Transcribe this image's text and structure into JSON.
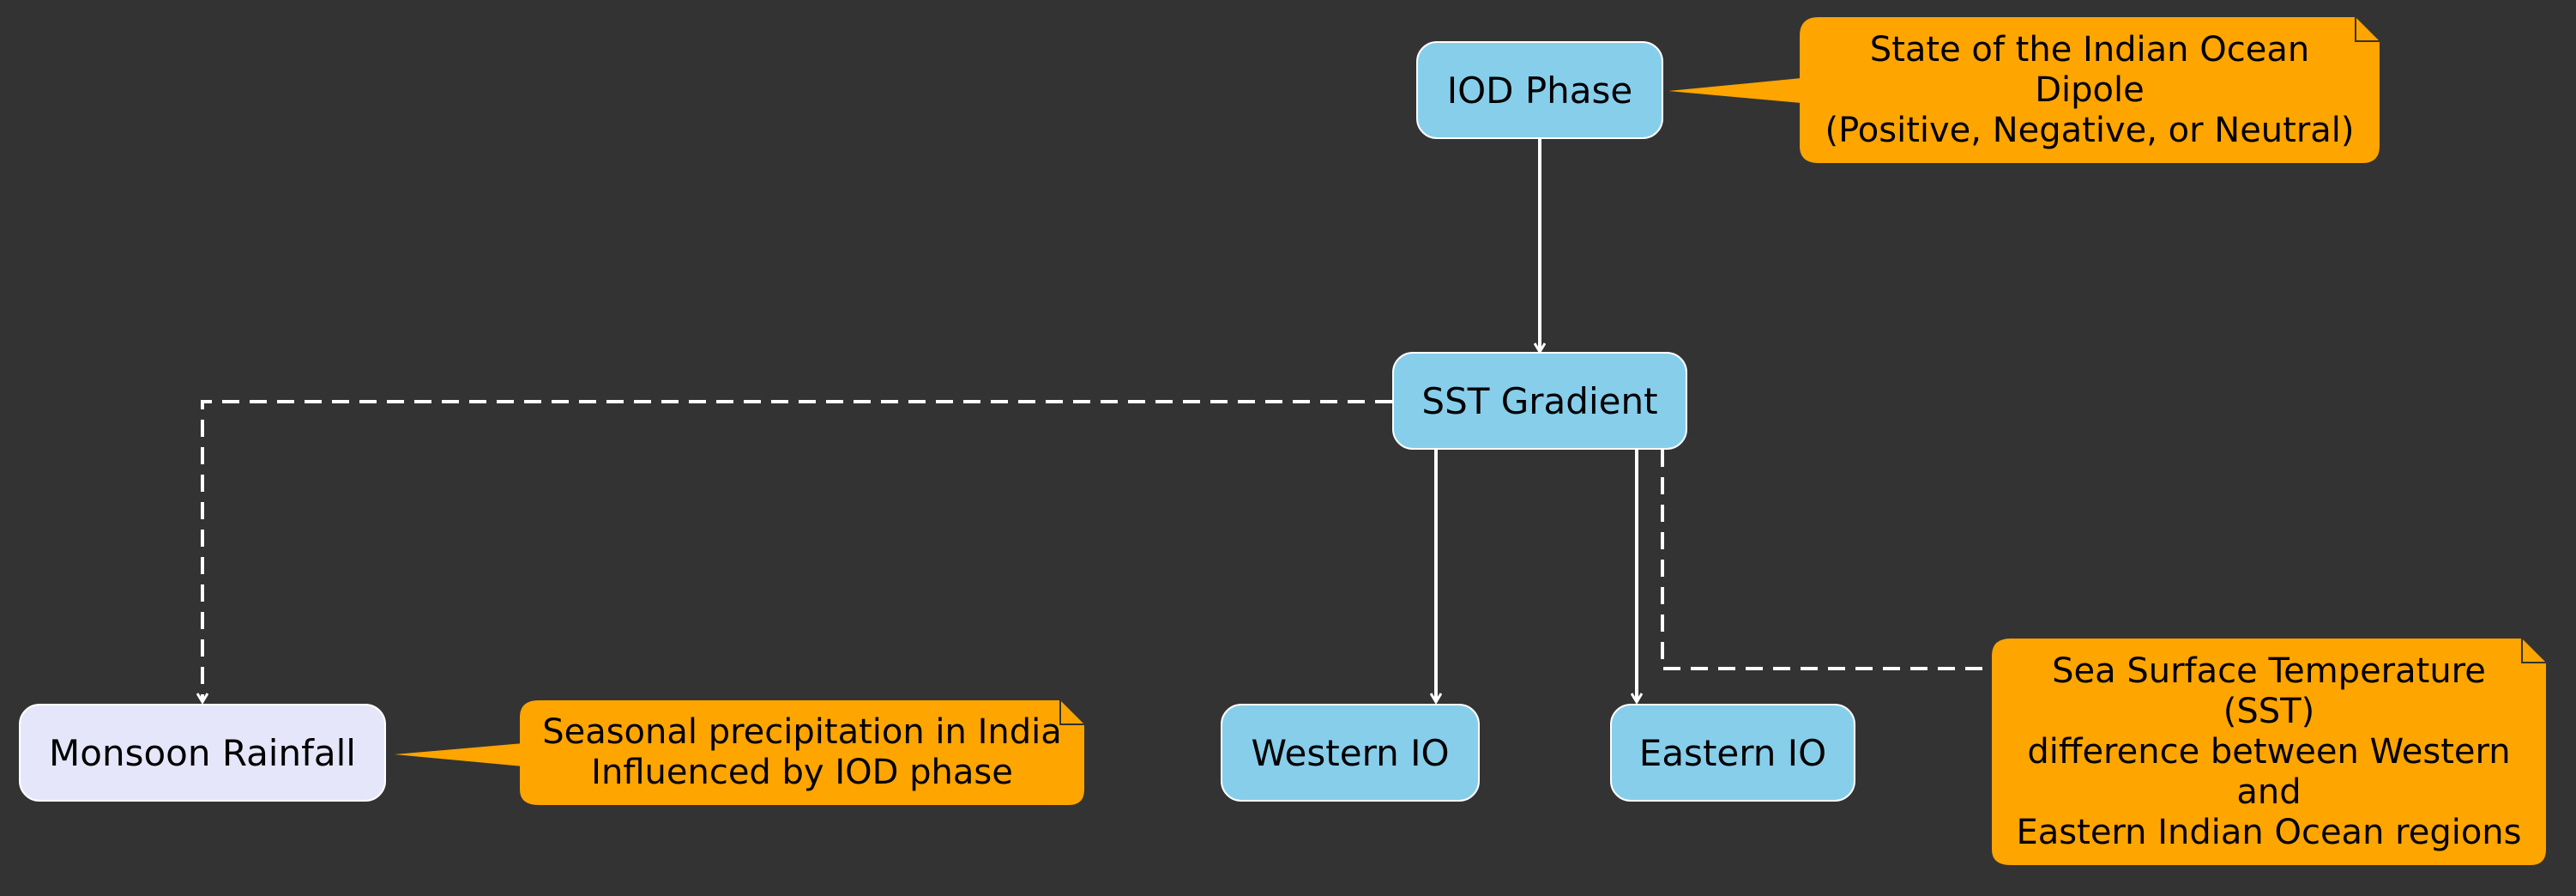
{
  "nodes": {
    "iod_phase": "IOD Phase",
    "sst_gradient": "SST Gradient",
    "monsoon_rainfall": "Monsoon Rainfall",
    "western_io": "Western IO",
    "eastern_io": "Eastern IO"
  },
  "notes": {
    "iod_phase": [
      "State of the Indian Ocean",
      "Dipole",
      "(Positive, Negative, or Neutral)"
    ],
    "monsoon_rainfall": [
      "Seasonal precipitation in India",
      "Influenced by IOD phase"
    ],
    "sst_gradient": [
      "Sea Surface Temperature",
      "(SST)",
      "difference between Western",
      "and",
      "Eastern Indian Ocean regions"
    ]
  },
  "colors": {
    "background": "#333333",
    "node_fill": "#87CEEB",
    "rainfall_fill": "#E6E6FA",
    "note_fill": "#FFA500",
    "edge": "#FFFFFF"
  }
}
